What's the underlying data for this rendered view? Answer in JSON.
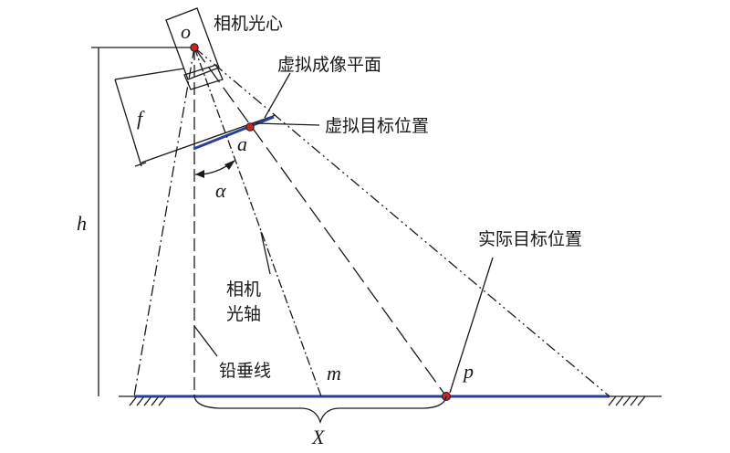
{
  "labels": {
    "camera_center": "相机光心",
    "virtual_image_plane": "虚拟成像平面",
    "virtual_target": "虚拟目标位置",
    "actual_target": "实际目标位置",
    "camera_axis_line1": "相机",
    "camera_axis_line2": "光轴",
    "plumb_line": "铅垂线"
  },
  "symbols": {
    "o": "o",
    "f": "f",
    "a": "a",
    "alpha": "α",
    "h": "h",
    "m": "m",
    "p": "p",
    "X": "X"
  },
  "colors": {
    "line": "#1a1a1a",
    "blue": "#2a3f9a",
    "point": "#cc2222"
  }
}
